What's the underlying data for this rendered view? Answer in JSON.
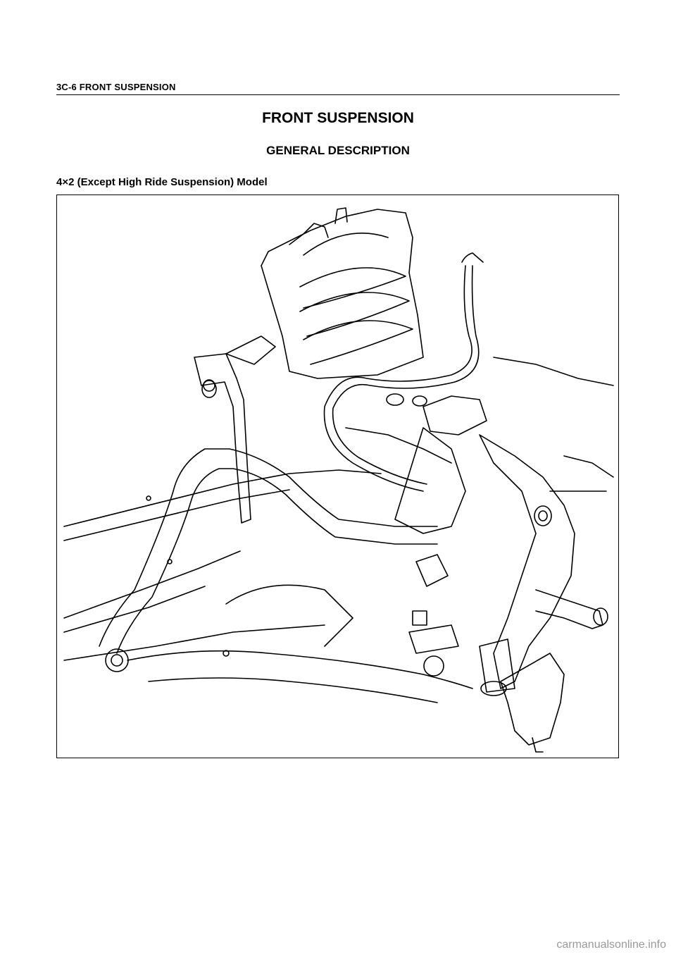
{
  "header": {
    "section_label": "3C-6  FRONT SUSPENSION"
  },
  "title": "FRONT SUSPENSION",
  "subtitle": "GENERAL DESCRIPTION",
  "model_heading": "4×2 (Except High Ride Suspension) Model",
  "figure": {
    "content": "line drawing of front suspension assembly"
  },
  "watermark": "carmanualsonline.info"
}
